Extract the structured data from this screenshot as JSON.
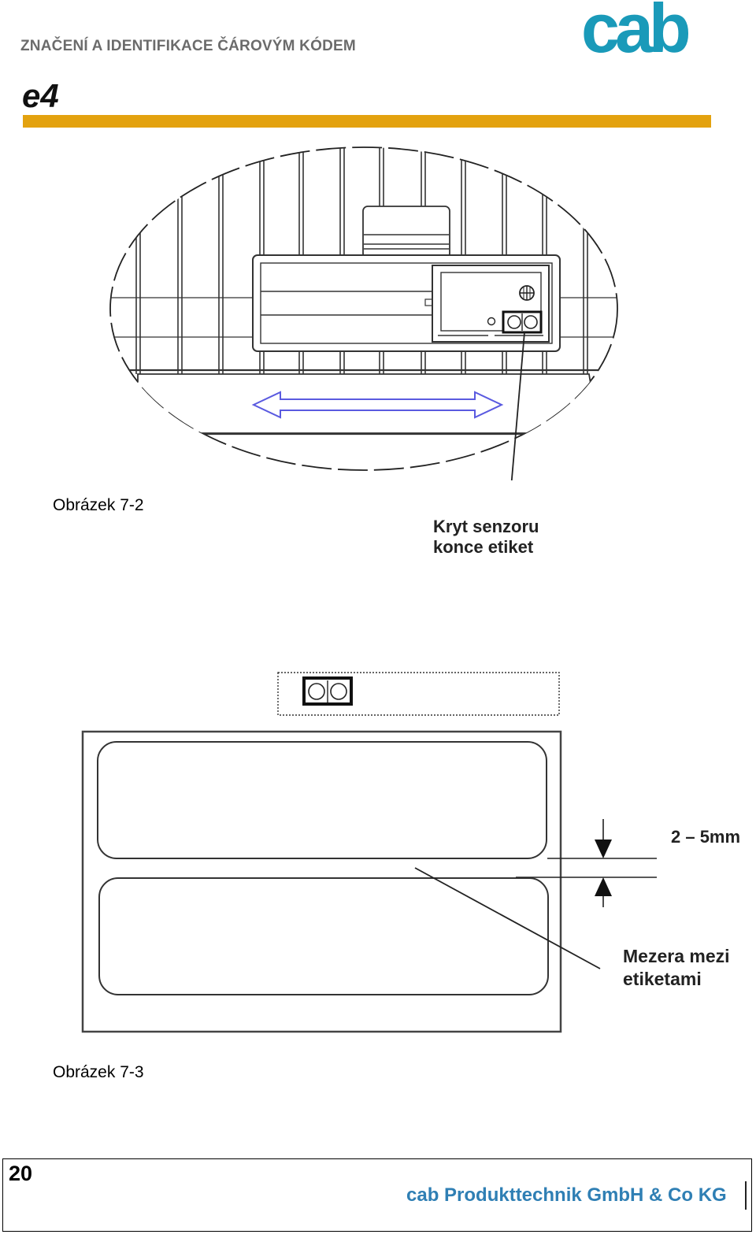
{
  "header": {
    "title": "ZNAČENÍ A IDENTIFIKACE ČÁROVÝM KÓDEM",
    "brand_logo_text": "cab",
    "product_logo_text": "e4"
  },
  "figures": [
    {
      "caption": "Obrázek 7-2",
      "callout_lines": [
        "Kryt senzoru",
        "konce etiket"
      ]
    },
    {
      "caption": "Obrázek 7-3",
      "dimension_label": "2 – 5mm",
      "callout_lines": [
        "Mezera mezi",
        "etiketami"
      ]
    }
  ],
  "footer": {
    "page_number": "20",
    "company": "cab Produkttechnik GmbH & Co KG"
  },
  "colors": {
    "accent_bar": "#e3a20f",
    "logo_teal": "#1a9ab9",
    "company_text": "#2f7fb4",
    "arrow_blue": "#5a5ae0",
    "header_gray": "#6b6b6b"
  }
}
